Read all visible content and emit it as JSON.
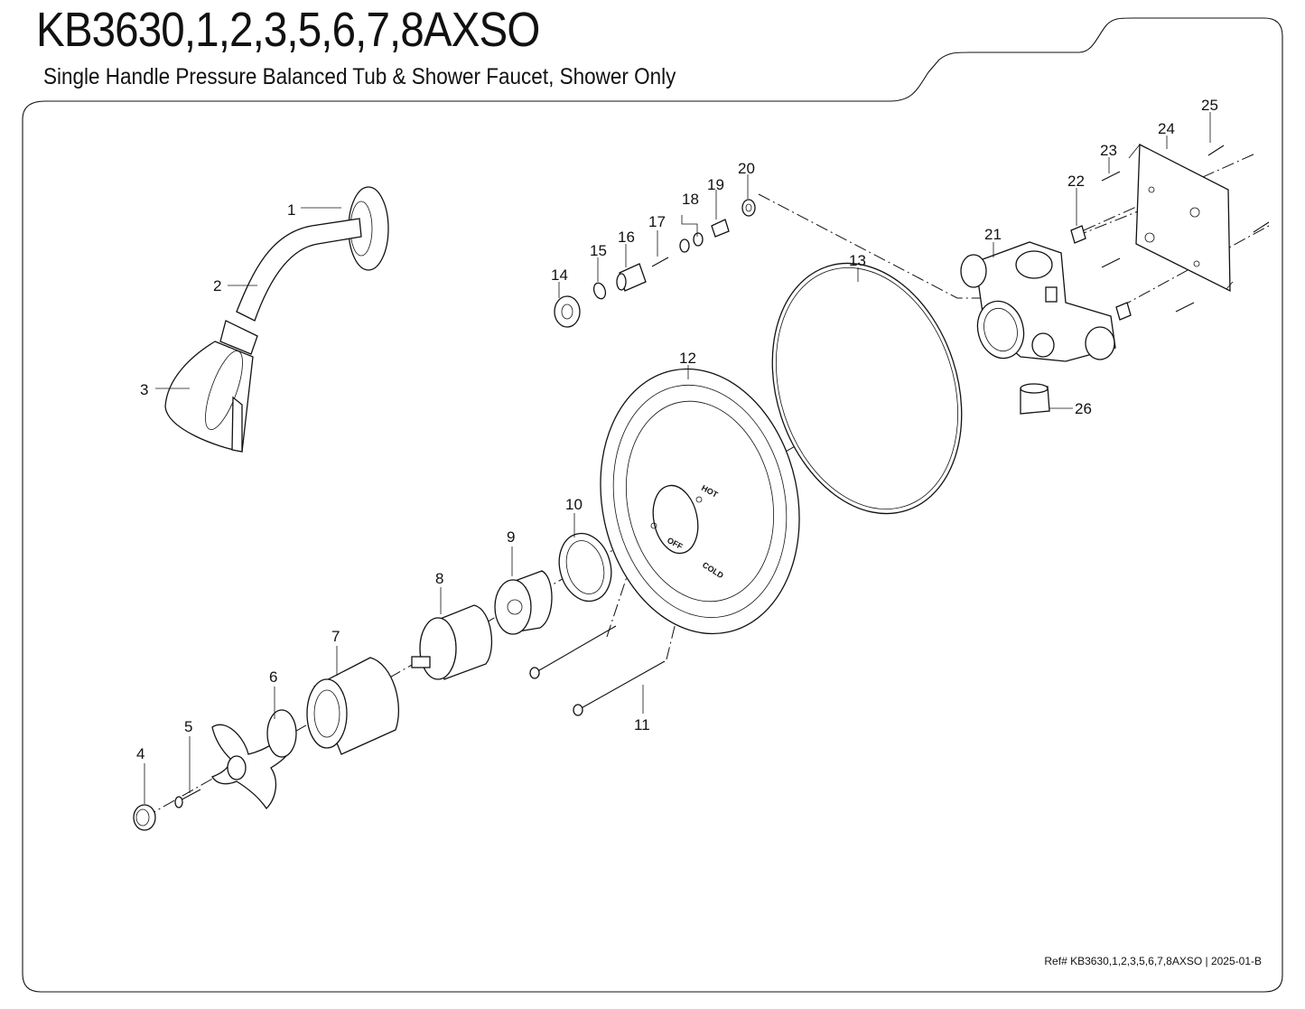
{
  "header": {
    "title": "KB3630,1,2,3,5,6,7,8AXSO",
    "subtitle": "Single Handle Pressure Balanced Tub & Shower Faucet, Shower Only"
  },
  "footer": {
    "ref": "Ref# KB3630,1,2,3,5,6,7,8AXSO | 2025-01-B"
  },
  "escutcheon_markings": {
    "hot": "HOT",
    "off": "OFF",
    "cold": "COLD"
  },
  "callouts": {
    "c1": "1",
    "c2": "2",
    "c3": "3",
    "c4": "4",
    "c5": "5",
    "c6": "6",
    "c7": "7",
    "c8": "8",
    "c9": "9",
    "c10": "10",
    "c11": "11",
    "c12": "12",
    "c13": "13",
    "c14": "14",
    "c15": "15",
    "c16": "16",
    "c17": "17",
    "c18": "18",
    "c19": "19",
    "c20": "20",
    "c21": "21",
    "c22": "22",
    "c23": "23",
    "c24": "24",
    "c25": "25",
    "c26": "26"
  }
}
